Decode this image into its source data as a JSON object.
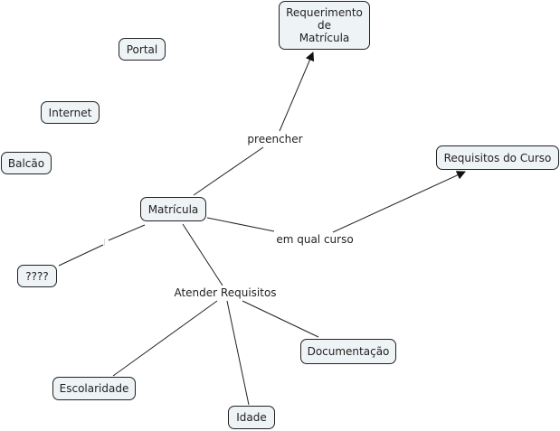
{
  "diagram": {
    "type": "concept-map",
    "nodes": [
      {
        "id": "requerimento",
        "label": "Requerimento\nde\nMatrícula"
      },
      {
        "id": "portal",
        "label": "Portal"
      },
      {
        "id": "internet",
        "label": "Internet"
      },
      {
        "id": "balcao",
        "label": "Balcão"
      },
      {
        "id": "matricula",
        "label": "Matrícula"
      },
      {
        "id": "requisitos-curso",
        "label": "Requisitos do Curso"
      },
      {
        "id": "interrogacao",
        "label": "????"
      },
      {
        "id": "documentacao",
        "label": "Documentação"
      },
      {
        "id": "escolaridade",
        "label": "Escolaridade"
      },
      {
        "id": "idade",
        "label": "Idade"
      }
    ],
    "link_labels": [
      {
        "id": "preencher",
        "label": "preencher"
      },
      {
        "id": "em-qual-curso",
        "label": "em qual curso"
      },
      {
        "id": "atender-requisitos",
        "label": "Atender Requisitos"
      },
      {
        "id": "empty-link",
        "label": ""
      }
    ],
    "connections": [
      {
        "from": "matricula",
        "via": "preencher",
        "to": "requerimento",
        "arrow": true
      },
      {
        "from": "matricula",
        "via": "em-qual-curso",
        "to": "requisitos-curso",
        "arrow": true
      },
      {
        "from": "matricula",
        "via": "empty-link",
        "to": "interrogacao",
        "arrow": false
      },
      {
        "from": "matricula",
        "via": "atender-requisitos",
        "to": "escolaridade",
        "arrow": false
      },
      {
        "from": "matricula",
        "via": "atender-requisitos",
        "to": "idade",
        "arrow": false
      },
      {
        "from": "matricula",
        "via": "atender-requisitos",
        "to": "documentacao",
        "arrow": false
      }
    ],
    "colors": {
      "node_fill": "#eef3f6",
      "stroke": "#222222"
    }
  }
}
